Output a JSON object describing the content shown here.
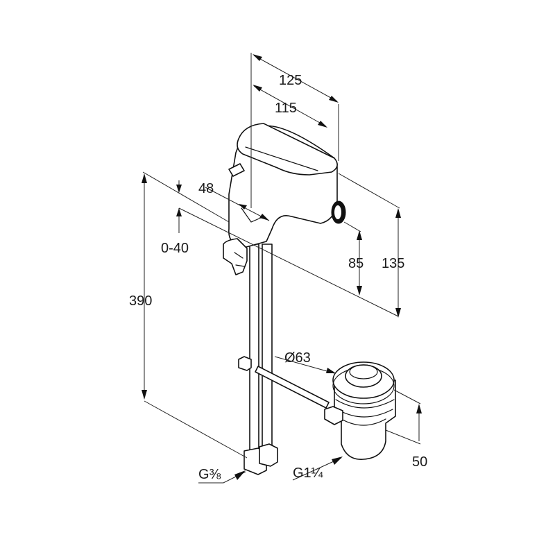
{
  "drawing": {
    "title": "",
    "dimensions": {
      "d125": "125",
      "d115": "115",
      "d48": "48",
      "d0_40": "0-40",
      "d390": "390",
      "d85": "85",
      "d135": "135",
      "d63": "Ø63",
      "d50": "50",
      "g38": "G⅜",
      "g114": "G1¼"
    },
    "colors": {
      "line": "#111111",
      "background": "#ffffff"
    }
  }
}
